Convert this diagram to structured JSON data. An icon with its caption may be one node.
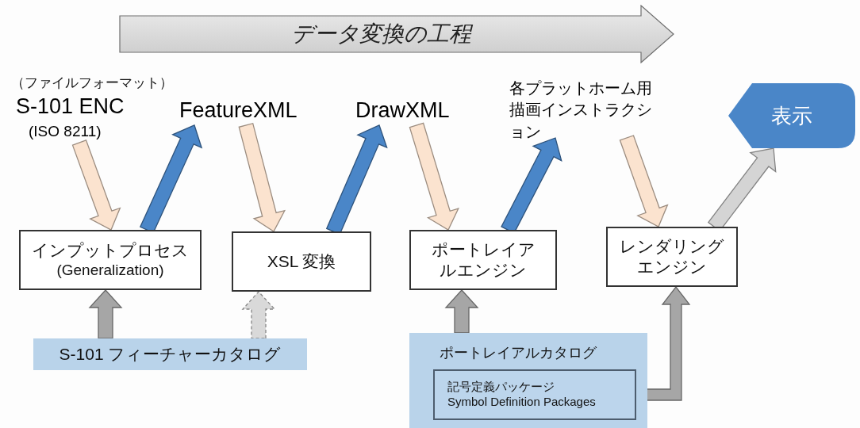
{
  "diagram": {
    "nodes": [
      {
        "text": [
          "データ変換の工程"
        ]
      },
      {
        "text": [
          "S-101 ENC",
          "(ISO 8211)"
        ]
      },
      {
        "text": [
          "FeatureXML"
        ]
      },
      {
        "text": [
          "DrawXML"
        ]
      },
      {
        "text": [
          "各プラットホーム用描画インストラクション"
        ]
      },
      {
        "text": [
          "表示"
        ]
      },
      {
        "text": [
          "インプットプロセス",
          "(Generalization)"
        ]
      },
      {
        "text": [
          "XSL 変換"
        ]
      },
      {
        "text": [
          "ポートレイアルエンジン"
        ]
      },
      {
        "text": [
          "レンダリングエンジン"
        ]
      },
      {
        "text": [
          "S-101 フィーチャーカタログ"
        ]
      },
      {
        "text": [
          "ポートレイアルカタログ"
        ]
      },
      {
        "text": [
          "記号定義パッケージ",
          "Symbol Definition Packages"
        ],
        "in": 11
      }
    ],
    "edges": [
      {
        "from": 1,
        "to": 6,
        "arrow": "to",
        "color": "#fbe3cf"
      },
      {
        "from": 6,
        "to": 2,
        "arrow": "to",
        "color": "#4a86c8"
      },
      {
        "from": 2,
        "to": 7,
        "arrow": "to",
        "color": "#fbe3cf"
      },
      {
        "from": 7,
        "to": 3,
        "arrow": "to",
        "color": "#4a86c8"
      },
      {
        "from": 3,
        "to": 8,
        "arrow": "to",
        "color": "#fbe3cf"
      },
      {
        "from": 8,
        "to": 4,
        "arrow": "to",
        "color": "#4a86c8"
      },
      {
        "from": 4,
        "to": 9,
        "arrow": "to",
        "color": "#fbe3cf"
      },
      {
        "from": 9,
        "to": 5,
        "arrow": "to",
        "color": "#d4d4d4"
      },
      {
        "from": 10,
        "to": 6,
        "arrow": "to"
      },
      {
        "from": 10,
        "to": 7,
        "arrow": "to",
        "style": "dashed",
        "color": "#d9d9d9"
      },
      {
        "from": 11,
        "to": 8,
        "arrow": "to"
      },
      {
        "from": 12,
        "to": 9,
        "arrow": "to"
      }
    ],
    "labels": [
      "（ファイルフォーマット）"
    ]
  }
}
